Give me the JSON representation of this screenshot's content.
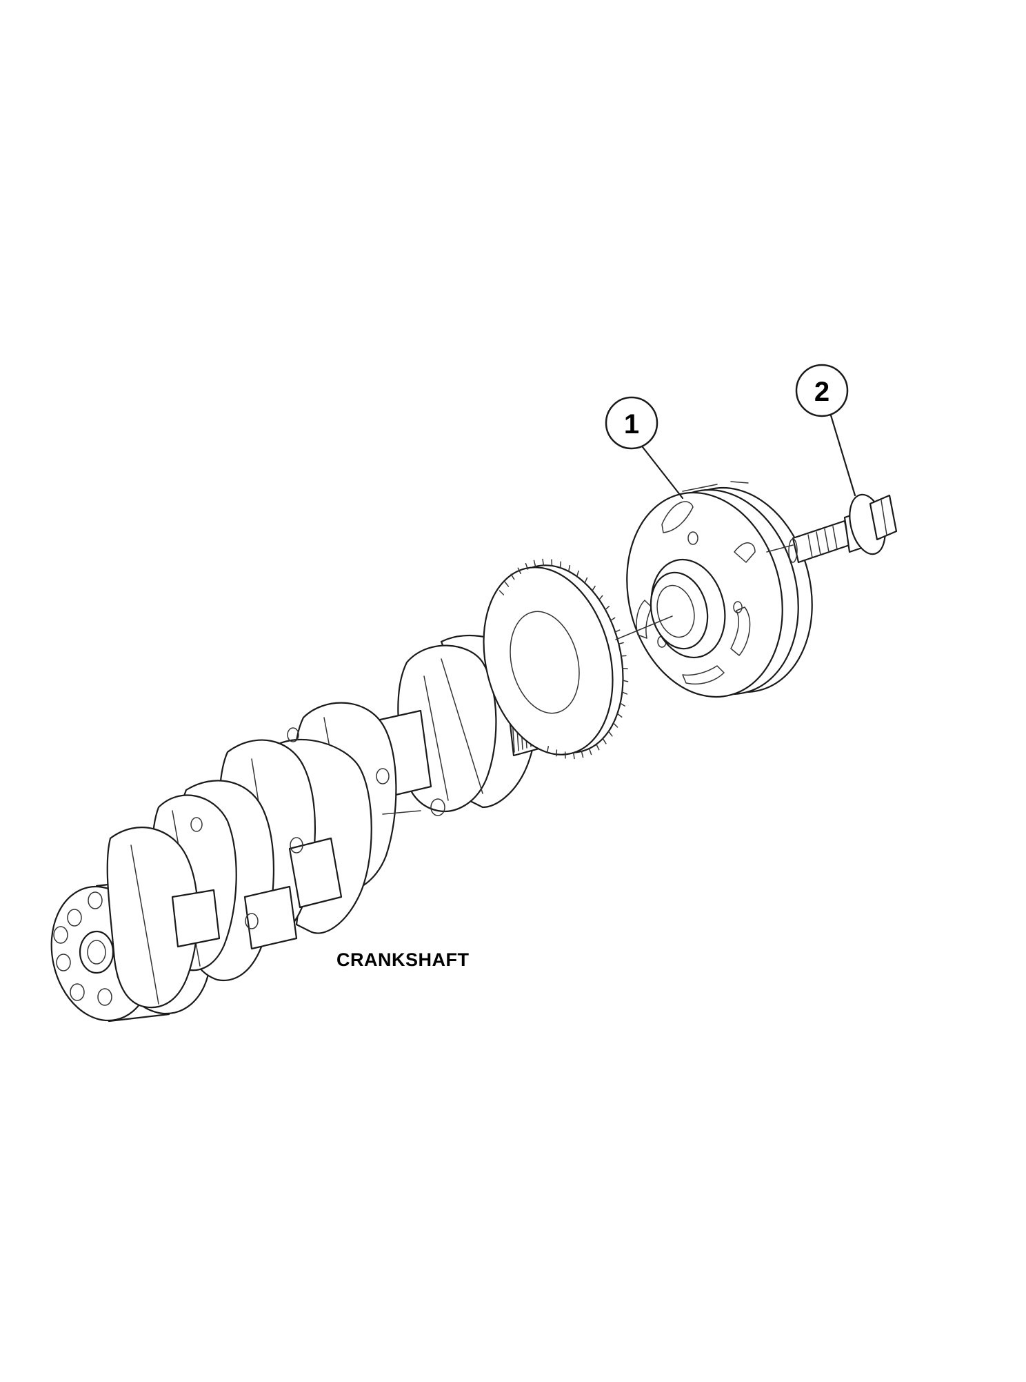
{
  "callouts": [
    {
      "number": "1"
    },
    {
      "number": "2"
    }
  ],
  "labels": {
    "crankshaft": "CRANKSHAFT"
  },
  "colors": {
    "line": "#1a1a1a",
    "background": "#ffffff"
  }
}
